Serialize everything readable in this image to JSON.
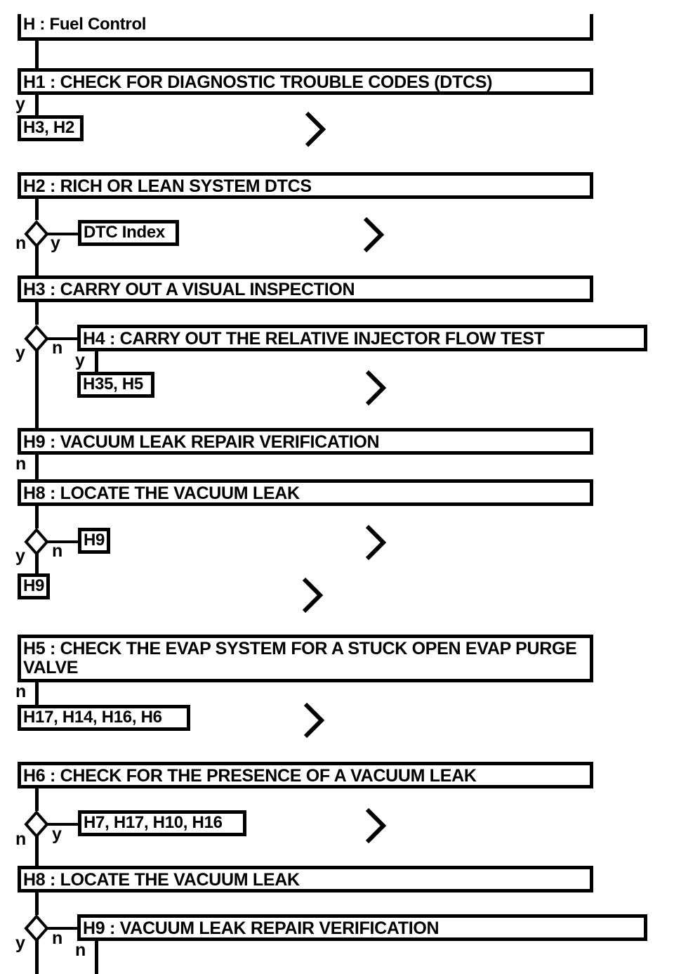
{
  "diagram": {
    "type": "flowchart",
    "title": "H : Fuel Control",
    "orientation": "top-to-bottom",
    "stroke_color": "#000000",
    "background_color": "#ffffff",
    "nodes": {
      "title": "H : Fuel Control",
      "h1": "H1 : CHECK FOR DIAGNOSTIC TROUBLE CODES (DTCS)",
      "ref_h3_h2": "H3, H2",
      "h2": "H2 : RICH OR LEAN SYSTEM DTCS",
      "ref_dtc_index": "DTC Index",
      "h3": "H3 : CARRY OUT A VISUAL INSPECTION",
      "h4": "H4 : CARRY OUT THE RELATIVE INJECTOR FLOW TEST",
      "ref_h35_h5": "H35, H5",
      "h9_a": "H9 : VACUUM LEAK REPAIR VERIFICATION",
      "h8_a": "H8 : LOCATE THE VACUUM LEAK",
      "ref_h9_a": "H9",
      "ref_h9_b": "H9",
      "h5": "H5 : CHECK THE EVAP SYSTEM FOR A STUCK OPEN EVAP PURGE VALVE",
      "ref_h17_h14_h16_h6": "H17, H14, H16, H6",
      "h6": "H6 : CHECK FOR THE PRESENCE OF A VACUUM LEAK",
      "ref_h7_h17_h10_h16": "H7, H17, H10, H16",
      "h8_b": "H8 : LOCATE THE VACUUM LEAK",
      "h9_b": "H9 : VACUUM LEAK REPAIR VERIFICATION"
    },
    "branch_labels": {
      "h1_y": "y",
      "h2_n": "n",
      "h2_y": "y",
      "h3_y": "y",
      "h3_n": "n",
      "h4_y": "y",
      "h9a_n": "n",
      "h8a_y": "y",
      "h8a_n": "n",
      "h5_n": "n",
      "h6_n": "n",
      "h6_y": "y",
      "h8b_y": "y",
      "h8b_n": "n",
      "h9b_n": "n"
    }
  }
}
